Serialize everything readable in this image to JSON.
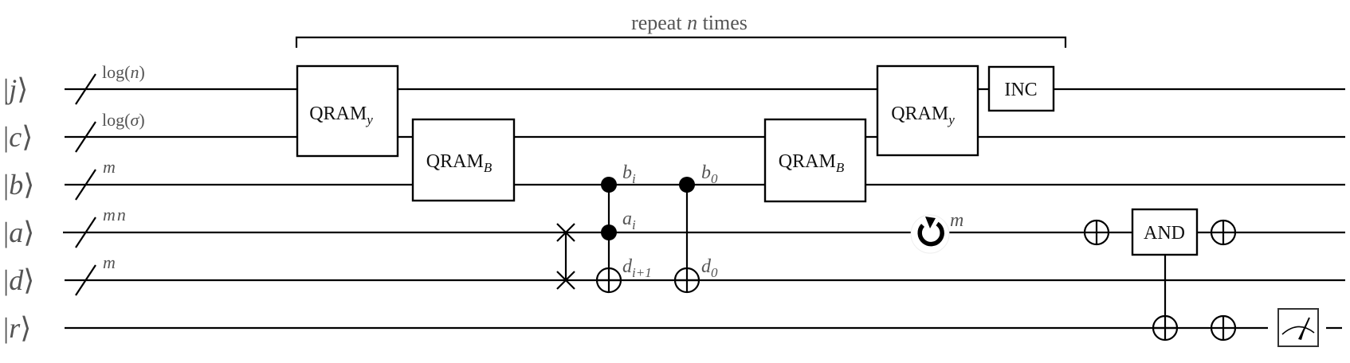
{
  "diagram": {
    "type": "quantum-circuit",
    "repeat_block": {
      "label_prefix": "repeat ",
      "label_var": "n",
      "label_suffix": " times"
    },
    "registers": [
      {
        "id": "j",
        "ket": "j",
        "bus_label": "log(",
        "bus_var": "n",
        "bus_close": ")"
      },
      {
        "id": "c",
        "ket": "c",
        "bus_label": "log(",
        "bus_var": "σ",
        "bus_close": ")"
      },
      {
        "id": "b",
        "ket": "b",
        "bus_label": "",
        "bus_var": "m",
        "bus_close": ""
      },
      {
        "id": "a",
        "ket": "a",
        "bus_label": "",
        "bus_var": "mn",
        "bus_close": ""
      },
      {
        "id": "d",
        "ket": "d",
        "bus_label": "",
        "bus_var": "m",
        "bus_close": ""
      },
      {
        "id": "r",
        "ket": "r",
        "bus_label": "",
        "bus_var": "",
        "bus_close": ""
      }
    ],
    "ket_open": "|",
    "ket_close": "⟩",
    "gates": {
      "qram_y_1": {
        "label": "QRAM",
        "sub": "y",
        "wires": [
          "j",
          "c"
        ]
      },
      "qram_b_1": {
        "label": "QRAM",
        "sub": "B",
        "wires": [
          "c",
          "b"
        ]
      },
      "swap": {
        "wires": [
          "a",
          "d"
        ]
      },
      "toffoli": {
        "controls": [
          "b",
          "a"
        ],
        "target": "d",
        "labels": {
          "b": {
            "main": "b",
            "sub": "i"
          },
          "a": {
            "main": "a",
            "sub": "i"
          },
          "d": {
            "main": "d",
            "sub": "i+1"
          }
        }
      },
      "cnot": {
        "control": "b",
        "target": "d",
        "labels": {
          "b": {
            "main": "b",
            "sub": "0"
          },
          "d": {
            "main": "d",
            "sub": "0"
          }
        }
      },
      "qram_b_2": {
        "label": "QRAM",
        "sub": "B",
        "wires": [
          "c",
          "b"
        ]
      },
      "qram_y_2": {
        "label": "QRAM",
        "sub": "y",
        "wires": [
          "j",
          "c"
        ]
      },
      "inc": {
        "label": "INC",
        "wires": [
          "j"
        ]
      },
      "rotate": {
        "icon": "rotate-clockwise-icon",
        "label": "m",
        "wires": [
          "a"
        ]
      },
      "x_a_1": {
        "wires": [
          "a"
        ]
      },
      "and": {
        "label": "AND",
        "wires": [
          "a"
        ],
        "target": "r"
      },
      "x_a_2": {
        "wires": [
          "a"
        ]
      },
      "x_r": {
        "wires": [
          "r"
        ]
      },
      "measure": {
        "icon": "meter-icon",
        "wires": [
          "r"
        ]
      }
    }
  }
}
